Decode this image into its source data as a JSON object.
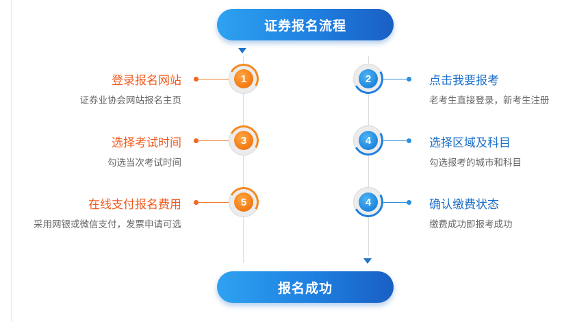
{
  "header": {
    "title": "证券报名流程"
  },
  "footer": {
    "title": "报名成功"
  },
  "steps": [
    {
      "number": "1",
      "title": "登录报名网站",
      "desc": "证券业协会网站报名主页",
      "side": "left",
      "color": "orange"
    },
    {
      "number": "2",
      "title": "点击我要报考",
      "desc": "老考生直接登录，新考生注册",
      "side": "right",
      "color": "blue"
    },
    {
      "number": "3",
      "title": "选择考试时间",
      "desc": "勾选当次考试时间",
      "side": "left",
      "color": "orange"
    },
    {
      "number": "4",
      "title": "选择区域及科目",
      "desc": "勾选报考的城市和科目",
      "side": "right",
      "color": "blue"
    },
    {
      "number": "5",
      "title": "在线支付报名费用",
      "desc": "采用网银或微信支付，发票申请可选",
      "side": "left",
      "color": "orange"
    },
    {
      "number": "4",
      "title": "确认缴费状态",
      "desc": "缴费成功即报考成功",
      "side": "right",
      "color": "blue"
    }
  ],
  "colors": {
    "orange": "#f27a12",
    "blue": "#1e7fe0",
    "pill": "#1e7fe0"
  }
}
